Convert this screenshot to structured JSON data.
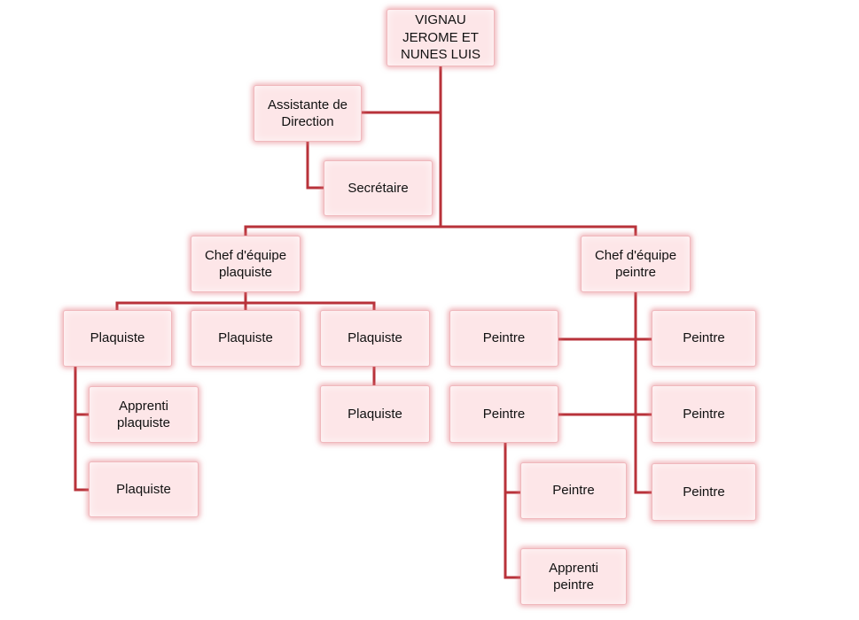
{
  "nodes": {
    "director": "VIGNAU JEROME ET NUNES LUIS",
    "assistant": "Assistante de Direction",
    "secretary": "Secrétaire",
    "chef_plaquiste": "Chef d'équipe plaquiste",
    "chef_peintre": "Chef d'équipe peintre",
    "plaquiste_1": "Plaquiste",
    "plaquiste_2": "Plaquiste",
    "plaquiste_3": "Plaquiste",
    "apprenti_plaquiste": "Apprenti plaquiste",
    "plaquiste_4": "Plaquiste",
    "plaquiste_5": "Plaquiste",
    "peintre_1": "Peintre",
    "peintre_2": "Peintre",
    "peintre_3": "Peintre",
    "peintre_4": "Peintre",
    "peintre_5": "Peintre",
    "peintre_6": "Peintre",
    "apprenti_peintre": "Apprenti peintre"
  },
  "colors": {
    "node_fill": "#fde6e8",
    "node_border": "#f0b8bd",
    "connector": "#b8323a"
  }
}
